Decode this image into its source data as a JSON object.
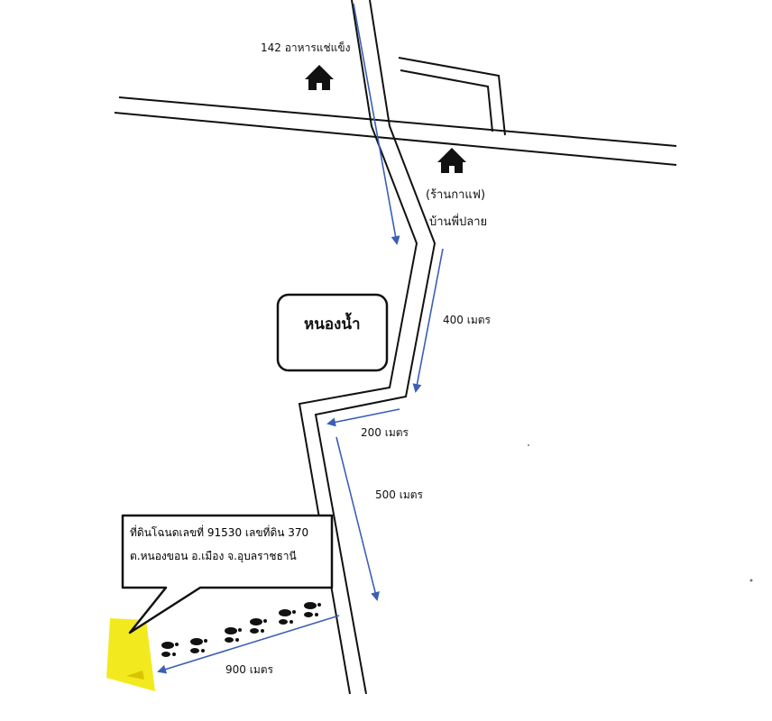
{
  "labels": {
    "restaurant": "142 อาหารแช่แข็ง",
    "cafe": "(ร้านกาแฟ)",
    "house": "บ้านพี่ปลาย",
    "pond": "หนองน้ำ"
  },
  "distances": {
    "d400": "400 เมตร",
    "d200": "200 เมตร",
    "d500": "500 เมตร",
    "d900": "900 เมตร"
  },
  "callout": {
    "line1": "ที่ดินโฉนดเลขที่ 91530 เลขที่ดิน 370",
    "line2": "ต.หนองขอน อ.เมือง จ.อุบลราชธานี"
  },
  "colors": {
    "road": "#111111",
    "arrow": "#3a5fb5",
    "parcel": "#f2ea1e",
    "footprint": "#111111"
  },
  "icons": [
    "house-icon",
    "house-icon",
    "footprints-icon"
  ]
}
